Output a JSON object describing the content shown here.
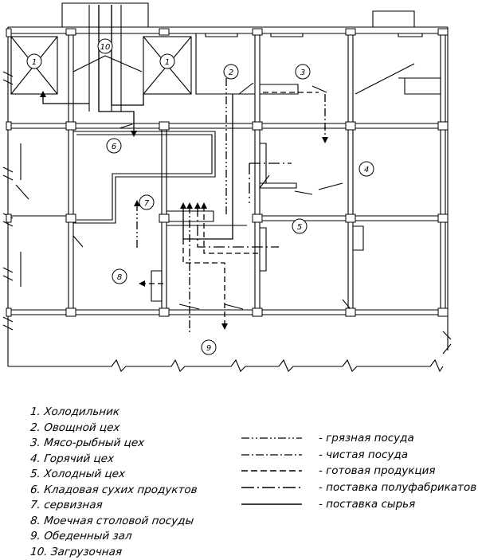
{
  "room_markers": [
    "1",
    "10",
    "1",
    "2",
    "3",
    "6",
    "4",
    "7",
    "5",
    "8",
    "9"
  ],
  "legend": [
    "1. Холодильник",
    "2. Овощной цех",
    "3. Мясо-рыбный цех",
    "4. Горячий цех",
    "5. Холодный цех",
    "6. Кладовая сухих продуктов",
    "7. сервизная",
    "8. Моечная столовой посуды",
    "9. Обеденный зал",
    "10. Загрузочная"
  ],
  "line_key": [
    {
      "pattern": "dash-dot-dot",
      "label": "- грязная посуда"
    },
    {
      "pattern": "dash-dot",
      "label": "- чистая посуда"
    },
    {
      "pattern": "dashed",
      "label": "- готовая продукция"
    },
    {
      "pattern": "long-dash-dot",
      "label": "- поставка полуфабрикатов"
    },
    {
      "pattern": "solid",
      "label": "- поставка сырья"
    }
  ]
}
